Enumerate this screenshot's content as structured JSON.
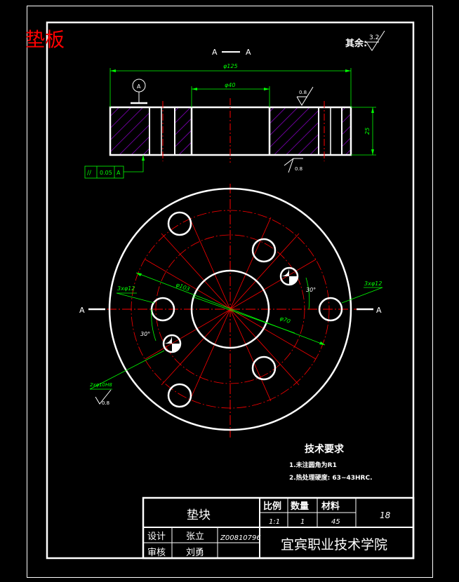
{
  "corner_label": "垫板",
  "section_label": "A — A",
  "surface_note": {
    "prefix": "其余:",
    "value": "3.2"
  },
  "dims": {
    "outer": "φ125",
    "inner": "φ40",
    "thickness": "25",
    "roughness_top": "0.8",
    "roughness_bottom": "0.8"
  },
  "datum": {
    "letter": "A"
  },
  "tolerance_frame": {
    "symbol": "//",
    "value": "0.05",
    "datum": "A"
  },
  "plan_view": {
    "pcd_label": "φ103",
    "inner_dia_label": "φ70",
    "holes_left": "3xφ12",
    "holes_right": "3xφ12",
    "tapped": "2xφ10H8",
    "tapped_roughness": "0.8",
    "angle_top": "30°",
    "angle_left": "30°",
    "section_marker": "A"
  },
  "tech_requirements": {
    "title": "技术要求",
    "items": [
      "1.未注圆角为R1",
      "2.热处理硬度: 63~43HRC."
    ]
  },
  "title_block": {
    "part_name": "垫块",
    "scale_label": "比例",
    "qty_label": "数量",
    "material_label": "材料",
    "scale_value": "1:1",
    "qty_value": "1",
    "material_value": "45",
    "sheet_value": "18",
    "designer_label": "设计",
    "designer_name": "张立",
    "reviewer_label": "审核",
    "reviewer_name": "刘勇",
    "student_id": "Z00810796",
    "school": "宜宾职业技术学院"
  },
  "colors": {
    "outline": "#ffffff",
    "center": "#ff0000",
    "dim": "#00ff00",
    "hatch": "#b000ff",
    "label": "#ff0000"
  }
}
